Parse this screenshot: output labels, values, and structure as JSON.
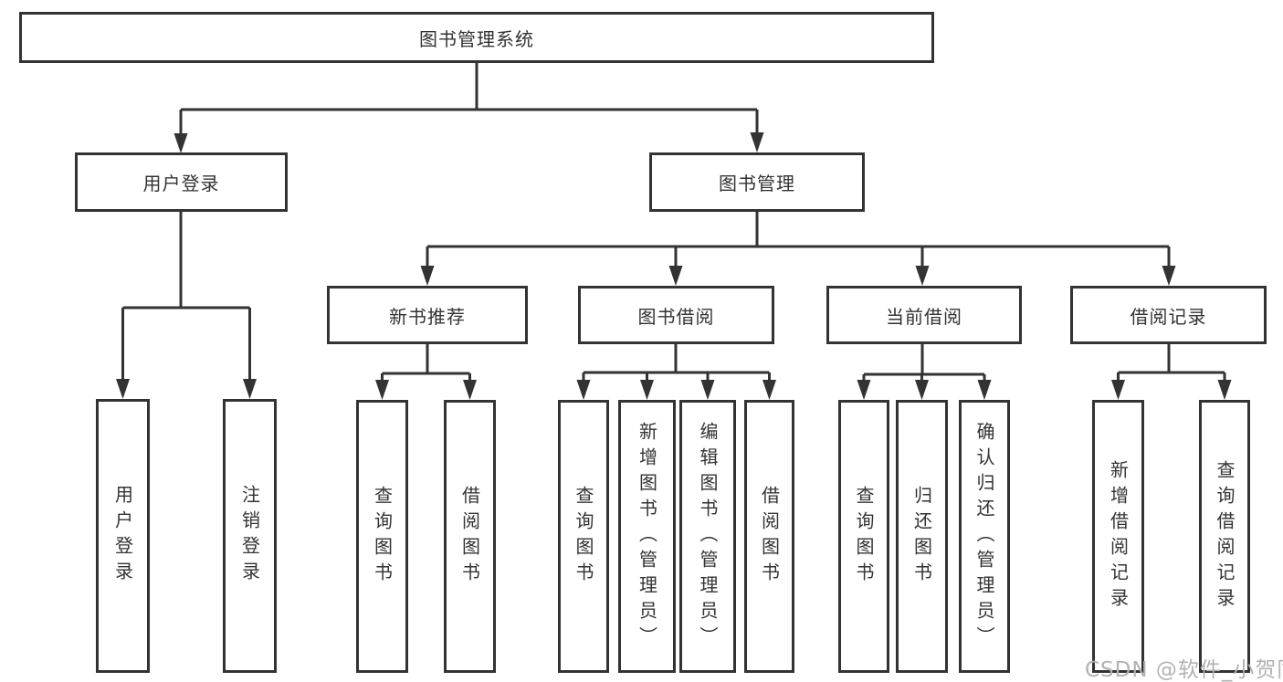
{
  "tree": {
    "root": {
      "label": "图书管理系统",
      "children": [
        {
          "label": "用户登录",
          "children": [
            {
              "label": "用户登录"
            },
            {
              "label": "注销登录"
            }
          ]
        },
        {
          "label": "图书管理",
          "children": [
            {
              "label": "新书推荐",
              "children": [
                {
                  "label": "查询图书"
                },
                {
                  "label": "借阅图书"
                }
              ]
            },
            {
              "label": "图书借阅",
              "children": [
                {
                  "label": "查询图书"
                },
                {
                  "label": "新增图书（管理员）"
                },
                {
                  "label": "编辑图书（管理员）"
                },
                {
                  "label": "借阅图书"
                }
              ]
            },
            {
              "label": "当前借阅",
              "children": [
                {
                  "label": "查询图书"
                },
                {
                  "label": "归还图书"
                },
                {
                  "label": "确认归还（管理员）"
                }
              ]
            },
            {
              "label": "借阅记录",
              "children": [
                {
                  "label": "新增借阅记录"
                },
                {
                  "label": "查询借阅记录"
                }
              ]
            }
          ]
        }
      ]
    }
  },
  "watermark": {
    "text": "CSDN @软件_小贺同学"
  },
  "colors": {
    "line": "#333333",
    "box_border": "#333333",
    "text": "#333333",
    "watermark": "#b2b2b2",
    "background": "#ffffff"
  }
}
